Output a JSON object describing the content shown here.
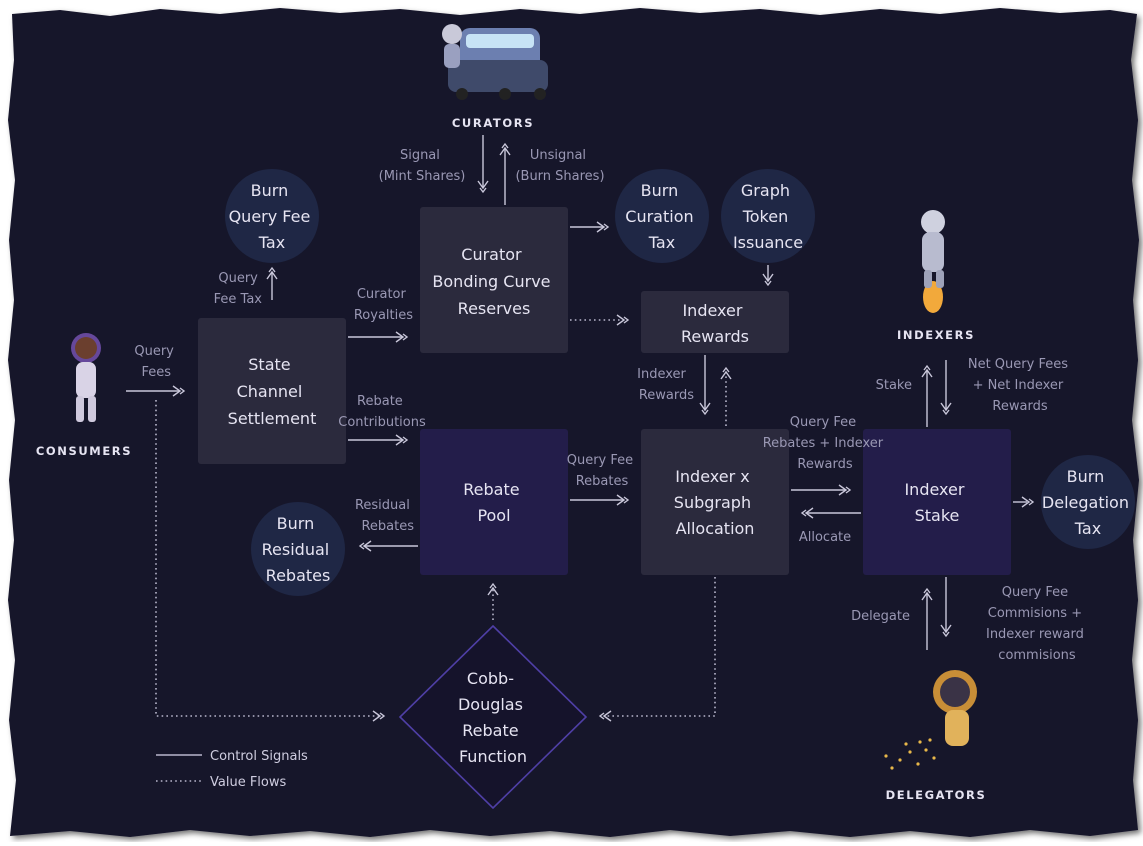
{
  "roles": {
    "curators": "CURATORS",
    "indexers": "INDEXERS",
    "consumers": "CONSUMERS",
    "delegators": "DELEGATORS"
  },
  "boxes": {
    "state_channel": [
      "State",
      "Channel",
      "Settlement"
    ],
    "curator_bonding": [
      "Curator",
      "Bonding Curve",
      "Reserves"
    ],
    "indexer_rewards": [
      "Indexer",
      "Rewards"
    ],
    "rebate_pool": [
      "Rebate",
      "Pool"
    ],
    "allocation": [
      "Indexer x",
      "Subgraph",
      "Allocation"
    ],
    "indexer_stake": [
      "Indexer",
      "Stake"
    ],
    "cobb_douglas": [
      "Cobb-",
      "Douglas",
      "Rebate",
      "Function"
    ]
  },
  "circles": {
    "burn_query_fee_tax": [
      "Burn",
      "Query Fee",
      "Tax"
    ],
    "burn_curation_tax": [
      "Burn",
      "Curation",
      "Tax"
    ],
    "graph_token_issuance": [
      "Graph",
      "Token",
      "Issuance"
    ],
    "burn_residual_rebates": [
      "Burn",
      "Residual",
      "Rebates"
    ],
    "burn_delegation_tax": [
      "Burn",
      "Delegation",
      "Tax"
    ]
  },
  "edge_labels": {
    "signal": [
      "Signal",
      "(Mint Shares)"
    ],
    "unsignal": [
      "Unsignal",
      "(Burn Shares)"
    ],
    "query_fee_tax": [
      "Query",
      "Fee Tax"
    ],
    "curator_royalties": [
      "Curator",
      "Royalties"
    ],
    "query_fees": [
      "Query",
      "Fees"
    ],
    "rebate_contributions": [
      "Rebate",
      "Contributions"
    ],
    "residual_rebates": [
      "Residual",
      "Rebates"
    ],
    "query_fee_rebates": [
      "Query Fee",
      "Rebates"
    ],
    "indexer_rewards": [
      "Indexer",
      "Rewards"
    ],
    "stake": "Stake",
    "net_query_fees": [
      "Net Query Fees",
      "+ Net Indexer",
      "Rewards"
    ],
    "qf_rebates_rewards": [
      "Query Fee",
      "Rebates + Indexer",
      "Rewards"
    ],
    "allocate": "Allocate",
    "delegate": "Delegate",
    "commissions": [
      "Query Fee",
      "Commisions +",
      "Indexer reward",
      "commisions"
    ]
  },
  "legend": {
    "control": "Control Signals",
    "value": "Value Flows"
  },
  "colors": {
    "background": "#15132b",
    "box_grey": "#2b2a3d",
    "box_purple": "#231d4a",
    "circle": "#1f2745",
    "diamond_stroke": "#4f3fa6"
  }
}
